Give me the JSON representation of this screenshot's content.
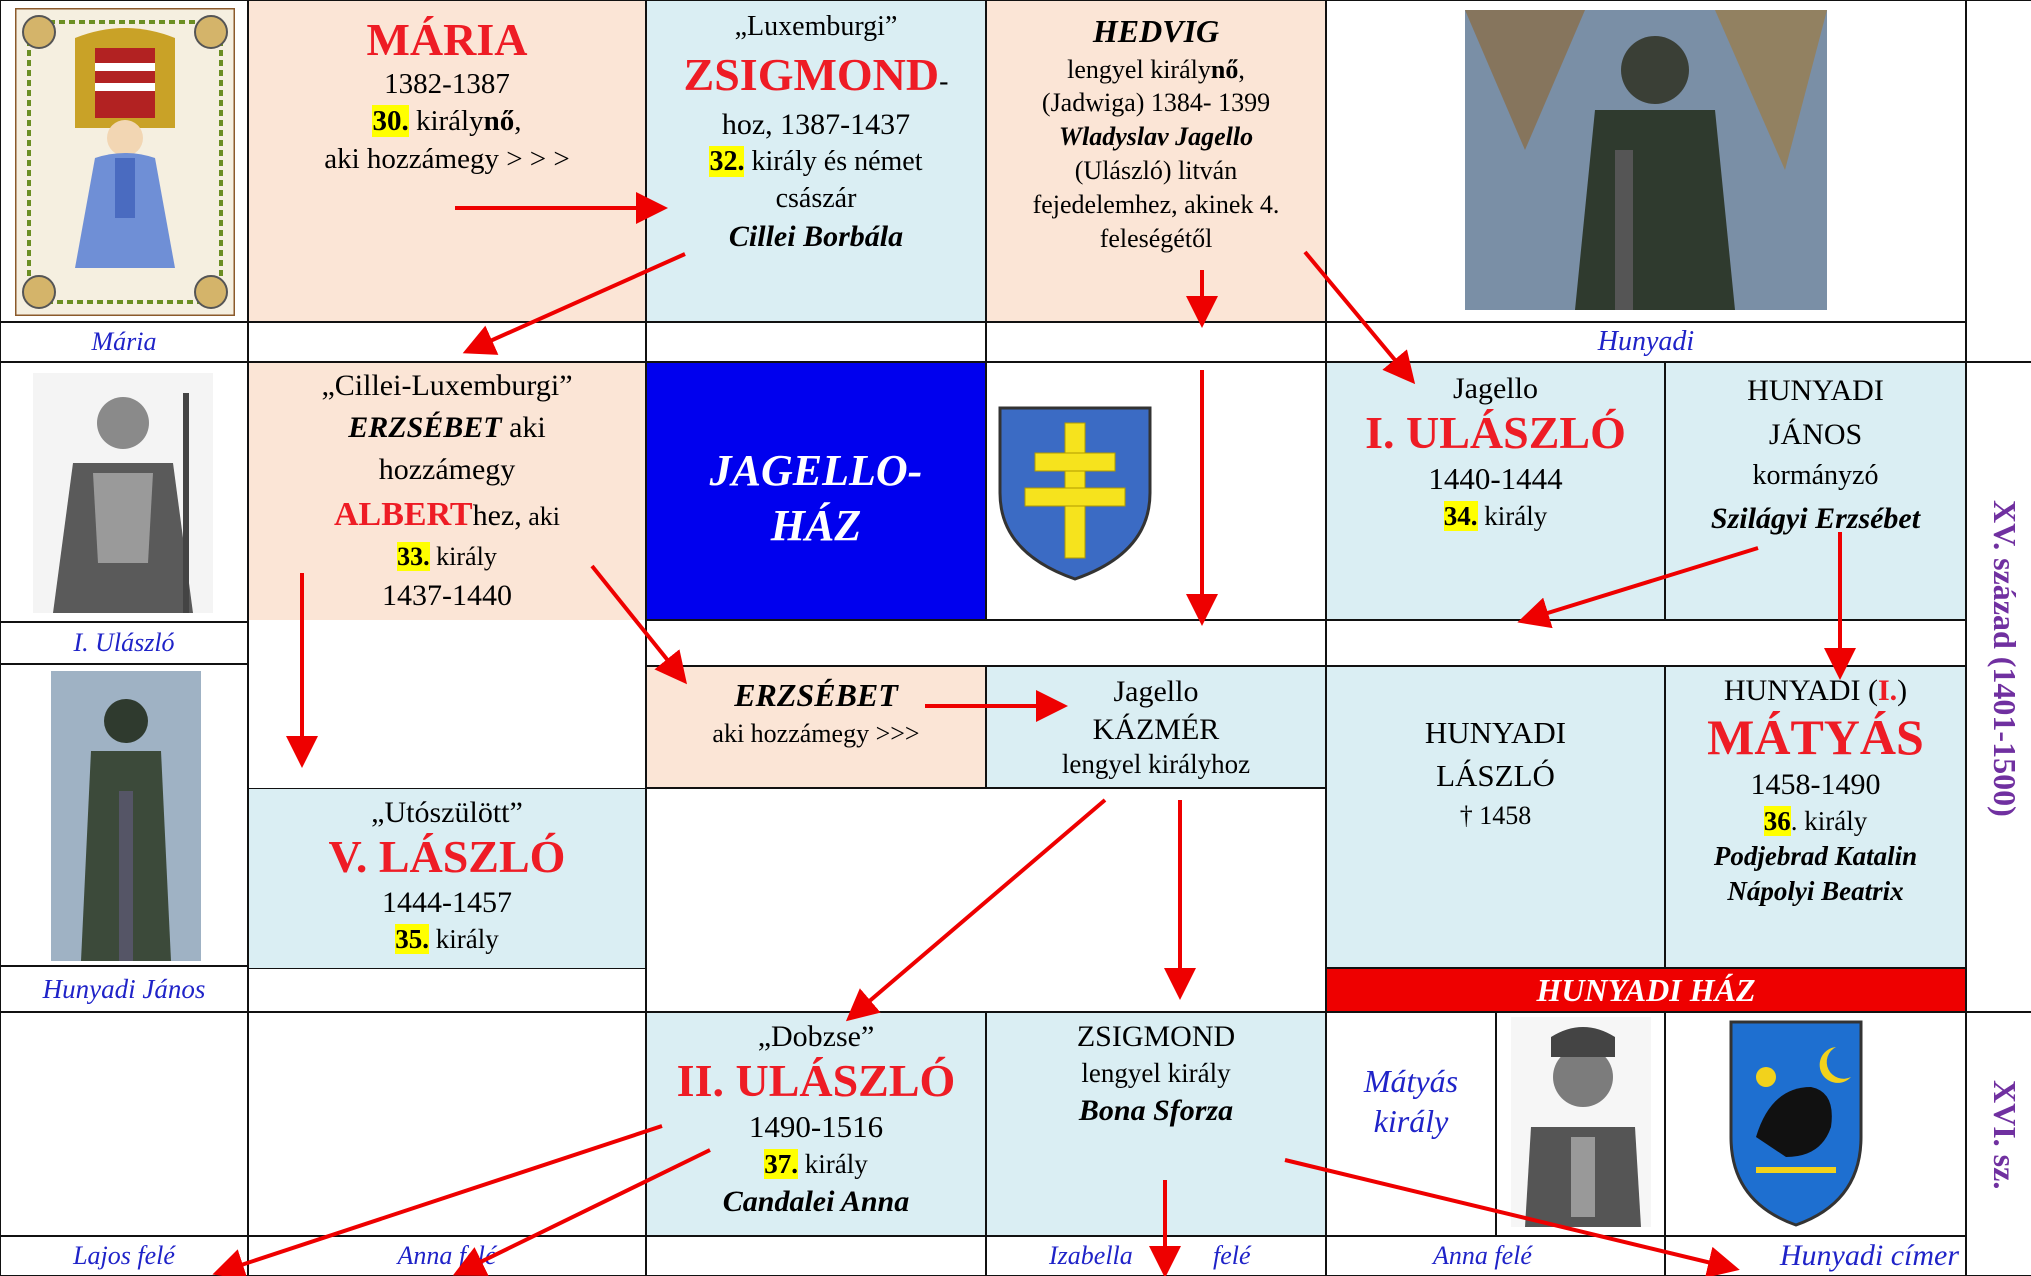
{
  "row1": {
    "maria": {
      "name": "MÁRIA",
      "years": "1382-1387",
      "num": "30.",
      "title_a": " király",
      "title_b": "nő",
      "title_c": ",",
      "note": "aki hozzámegy > > >"
    },
    "zsigmond": {
      "quote": "„Luxemburgi”",
      "name": "ZSIGMOND",
      "dash": "-",
      "years": "hoz, 1387-1437",
      "num": "32.",
      "title": " király és német",
      "title2": "császár",
      "spouse": "Cillei Borbála"
    },
    "hedvig": {
      "name": "HEDVIG",
      "l1a": "lengyel király",
      "l1b": "nő",
      "l1c": ",",
      "l2": "(Jadwiga) 1384- 1399",
      "l3": "Wladyslav Jagello",
      "l4": "(Ulászló) litván",
      "l5": "fejedelemhez, akinek 4.",
      "l6": "feleségétől"
    },
    "captions": {
      "maria": "Mária",
      "hunyadi": "Hunyadi"
    }
  },
  "row2": {
    "erzsebet": {
      "quote": "„Cillei-Luxemburgi”",
      "name": "ERZSÉBET",
      "after": " aki",
      "l2": "hozzámegy",
      "albert": "ALBERT",
      "albert_after": "hez,",
      "aki": " aki",
      "num": "33.",
      "title": " király",
      "years": "1437-1440"
    },
    "jagello_haz": {
      "l1": "JAGELLO-",
      "l2": "HÁZ"
    },
    "ulaszlo1": {
      "pre": "Jagello",
      "name": "I. ULÁSZLÓ",
      "years": "1440-1444",
      "num": "34.",
      "title": " király"
    },
    "hunyadi_janos": {
      "l1": "HUNYADI",
      "l2": "JÁNOS",
      "l3": "kormányzó",
      "spouse": "Szilágyi Erzsébet"
    },
    "captions": {
      "ulaszlo": "I. Ulászló"
    }
  },
  "row3": {
    "erzsebet2": {
      "name": "ERZSÉBET",
      "note": "aki hozzámegy >>>"
    },
    "kazmer": {
      "l1": "Jagello",
      "l2": "KÁZMÉR",
      "l3": "lengyel királyhoz"
    },
    "hunyadi_laszlo": {
      "l1": "HUNYADI",
      "l2": "LÁSZLÓ",
      "l3": "† 1458"
    },
    "matyas": {
      "pre": "HUNYADI (",
      "roman": "I.",
      "post": ")",
      "name": "MÁTYÁS",
      "years": "1458-1490",
      "num": "36",
      "dot": ".",
      "title": " király",
      "spouse1": "Podjebrad Katalin",
      "spouse2": "Nápolyi Beatrix"
    },
    "laszlo5": {
      "quote": "„Utószülött”",
      "name": "V. LÁSZLÓ",
      "years": "1444-1457",
      "num": "35.",
      "title": " király"
    },
    "captions": {
      "hunyadi_janos": "Hunyadi János"
    },
    "hunyadi_haz": "HUNYADI HÁZ"
  },
  "row4": {
    "ulaszlo2": {
      "quote": "„Dobzse”",
      "name": "II. ULÁSZLÓ",
      "years": "1490-1516",
      "num": "37.",
      "title": " király",
      "spouse": "Candalei Anna"
    },
    "zsigmond2": {
      "l1": "ZSIGMOND",
      "l2": "lengyel király",
      "spouse": "Bona Sforza"
    },
    "matyas_kiraly": {
      "l1": "Mátyás",
      "l2": "király"
    },
    "captions": {
      "lajos": "Lajos felé",
      "anna1": "Anna felé",
      "izabella_a": "Izabella",
      "izabella_b": "felé",
      "anna2": "Anna felé",
      "cimer": "Hunyadi címer"
    }
  },
  "side": {
    "century15": "XV. század (1401-1500)",
    "century16": "XVI. sz."
  },
  "colors": {
    "red": "#ee1c25",
    "pink": "#fbe5d6",
    "lightblue": "#daeef3",
    "royal_blue": "#0000ee",
    "caption": "#1f23c8",
    "century": "#7030a0",
    "highlight": "#ffff00"
  },
  "icons": [
    "maria-portrait-image",
    "hunyadi-statue-image",
    "ulaszlo-portrait-image",
    "hunyadi-janos-statue-image",
    "jagello-coat-of-arms-icon",
    "matyas-portrait-image",
    "hunyadi-coat-of-arms-icon"
  ]
}
